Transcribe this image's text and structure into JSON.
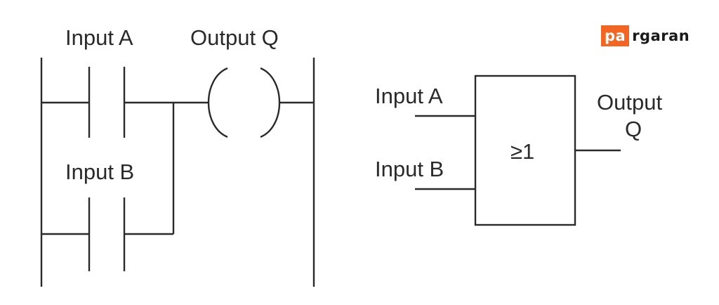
{
  "ladder": {
    "contact_a_label": "Input A",
    "coil_label": "Output Q",
    "contact_b_label": "Input B"
  },
  "gate": {
    "input_a_label": "Input A",
    "input_b_label": "Input B",
    "symbol": "≥1",
    "output_label_line1": "Output",
    "output_label_line2": "Q"
  },
  "logo": {
    "boxed": "pa",
    "rest": "rgaran",
    "brand_color": "#f26522"
  }
}
